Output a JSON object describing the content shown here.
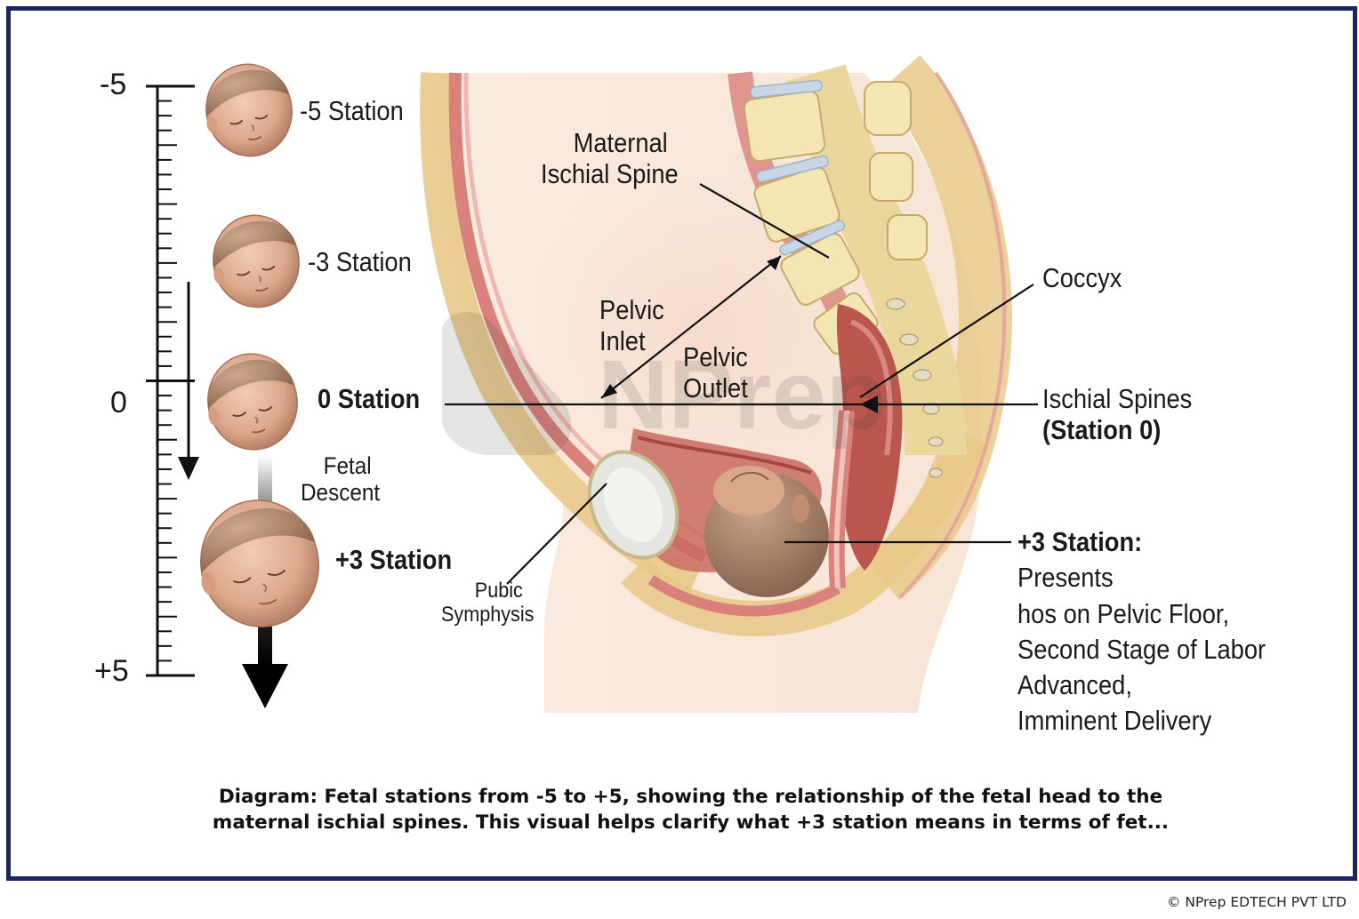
{
  "scale": {
    "ticks": [
      {
        "label": "-5",
        "value": -5
      },
      {
        "label": "0",
        "value": 0
      },
      {
        "label": "+5",
        "value": 5
      }
    ]
  },
  "stations": [
    {
      "label": "-5 Station",
      "value": -5
    },
    {
      "label": "-3 Station",
      "value": -3
    },
    {
      "label": "0 Station",
      "value": 0
    },
    {
      "label": "+3 Station",
      "value": 3
    }
  ],
  "descent": {
    "line1": "Fetal",
    "line2": "Descent"
  },
  "anatomy": {
    "maternal_ischial_spine": {
      "line1": "Maternal",
      "line2": "Ischial Spine"
    },
    "pelvic_inlet": {
      "line1": "Pelvic",
      "line2": "Inlet"
    },
    "pelvic_outlet": {
      "line1": "Pelvic",
      "line2": "Outlet"
    },
    "coccyx": "Coccyx",
    "ischial_spines": {
      "line1": "Ischial Spines",
      "line2": "(Station 0)"
    },
    "pubic_symphysis": {
      "line1": "Pubic",
      "line2": "Symphysis"
    }
  },
  "plus3_note": {
    "head": "+3 Station:",
    "line1_rest": " Presents",
    "line2": "hos on Pelvic Floor,",
    "line3": "Second Stage of Labor",
    "line4": "Advanced,",
    "line5": "Imminent Delivery"
  },
  "caption": {
    "line1": "Diagram: Fetal stations from -5 to +5, showing the relationship of the fetal head to the",
    "line2": "maternal ischial spines. This visual helps clarify what +3 station means in terms of fet..."
  },
  "copyright": "© NPrep EDTECH PVT LTD",
  "watermark": "NPrep",
  "colors": {
    "frame": "#1a2563",
    "skin": "#f2d2b8",
    "tissue": "#d77a72",
    "bone": "#f3e6b3",
    "fetal_skin": "#c99c7d"
  }
}
